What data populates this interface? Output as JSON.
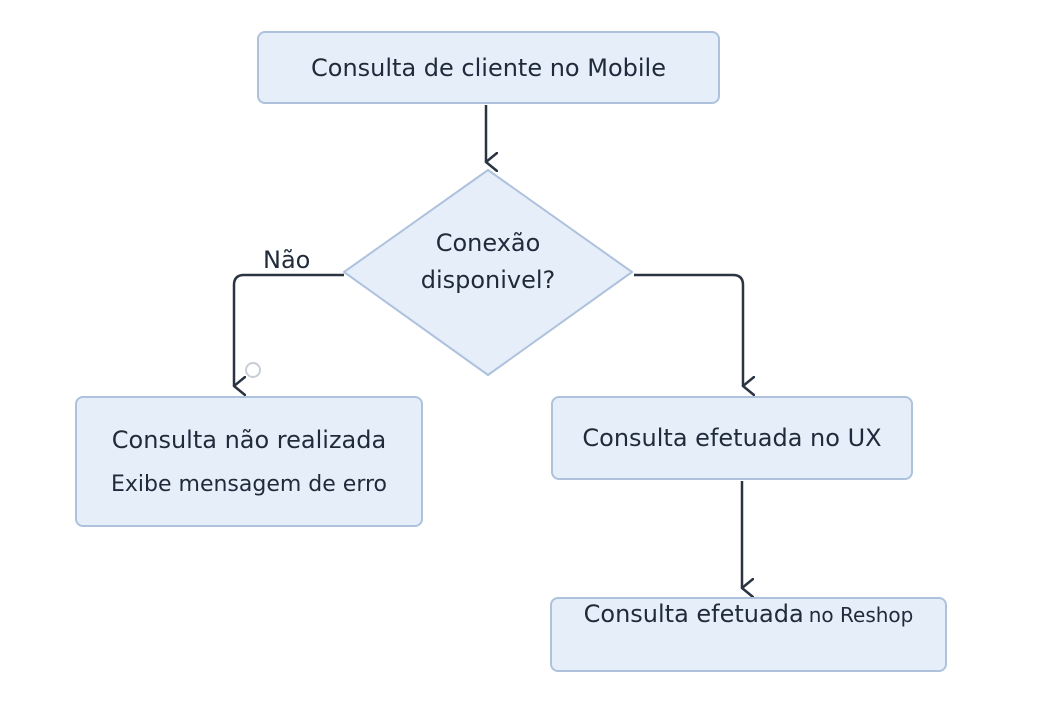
{
  "diagram": {
    "nodes": {
      "start": {
        "text": "Consulta de cliente no Mobile"
      },
      "decision": {
        "line1": "Conexão",
        "line2": "disponivel?"
      },
      "error": {
        "line1": "Consulta não realizada",
        "line2": "Exibe mensagem de erro"
      },
      "ux": {
        "text": "Consulta efetuada no UX"
      },
      "reshop": {
        "text_main": "Consulta efetuada",
        "text_small": "no Reshop"
      }
    },
    "edges": [
      {
        "from": "start",
        "to": "decision",
        "label": ""
      },
      {
        "from": "decision",
        "to": "error",
        "label": "Não"
      },
      {
        "from": "decision",
        "to": "ux",
        "label": ""
      },
      {
        "from": "ux",
        "to": "reshop",
        "label": ""
      }
    ],
    "labels": {
      "no_branch": "Não"
    },
    "colors": {
      "node_fill": "#e6eef9",
      "node_border": "#aec2dd",
      "connector": "#2b3442",
      "text": "#1f2a3a"
    }
  }
}
